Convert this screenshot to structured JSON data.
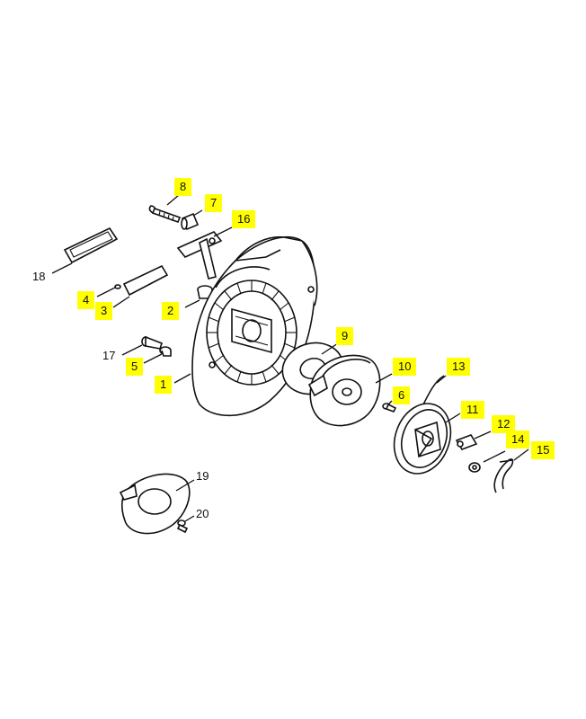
{
  "diagram": {
    "callouts": [
      {
        "id": "c8",
        "label": "8",
        "highlighted": true
      },
      {
        "id": "c7",
        "label": "7",
        "highlighted": true
      },
      {
        "id": "c16",
        "label": "16",
        "highlighted": true
      },
      {
        "id": "c18",
        "label": "18",
        "highlighted": false
      },
      {
        "id": "c4",
        "label": "4",
        "highlighted": true
      },
      {
        "id": "c3",
        "label": "3",
        "highlighted": true
      },
      {
        "id": "c2",
        "label": "2",
        "highlighted": true
      },
      {
        "id": "c9",
        "label": "9",
        "highlighted": true
      },
      {
        "id": "c17",
        "label": "17",
        "highlighted": false
      },
      {
        "id": "c5",
        "label": "5",
        "highlighted": true
      },
      {
        "id": "c10",
        "label": "10",
        "highlighted": true
      },
      {
        "id": "c13",
        "label": "13",
        "highlighted": true
      },
      {
        "id": "c1",
        "label": "1",
        "highlighted": true
      },
      {
        "id": "c6",
        "label": "6",
        "highlighted": true
      },
      {
        "id": "c11",
        "label": "11",
        "highlighted": true
      },
      {
        "id": "c12",
        "label": "12",
        "highlighted": true
      },
      {
        "id": "c14",
        "label": "14",
        "highlighted": true
      },
      {
        "id": "c15",
        "label": "15",
        "highlighted": true
      },
      {
        "id": "c19",
        "label": "19",
        "highlighted": false
      },
      {
        "id": "c20",
        "label": "20",
        "highlighted": false
      }
    ],
    "colors": {
      "highlight": "#ffff00",
      "ink": "#111111",
      "background": "#ffffff"
    }
  }
}
